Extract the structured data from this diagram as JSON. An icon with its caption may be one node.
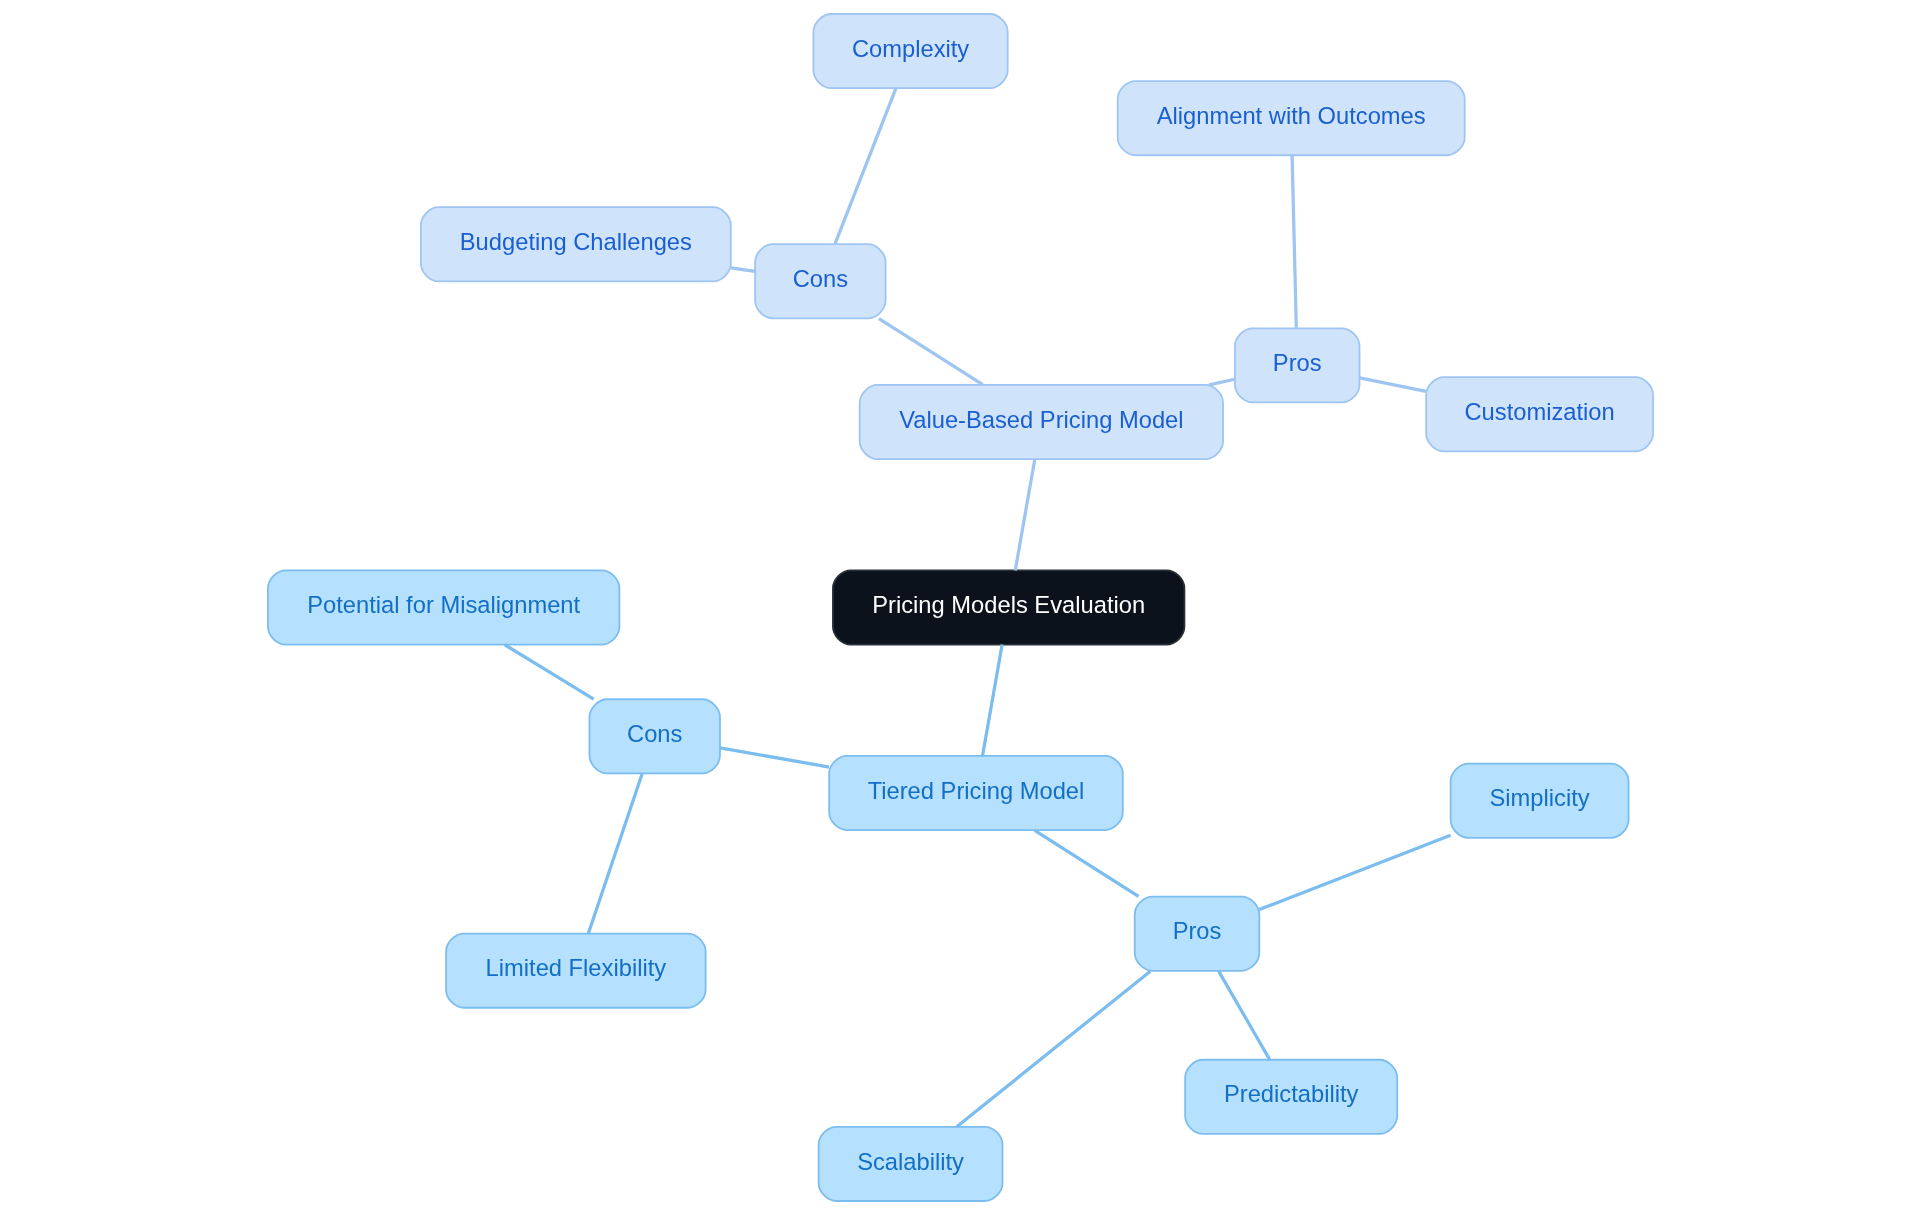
{
  "diagram": {
    "nodes": [
      {
        "text": [
          "Pricing Models Evaluation"
        ]
      },
      {
        "text": [
          "Value-Based Pricing Model"
        ]
      },
      {
        "text": [
          "Pros"
        ]
      },
      {
        "text": [
          "Customization"
        ]
      },
      {
        "text": [
          "Alignment with Outcomes"
        ]
      },
      {
        "text": [
          "Cons"
        ]
      },
      {
        "text": [
          "Complexity"
        ]
      },
      {
        "text": [
          "Budgeting Challenges"
        ]
      },
      {
        "text": [
          "Tiered Pricing Model"
        ]
      },
      {
        "text": [
          "Cons"
        ]
      },
      {
        "text": [
          "Potential for Misalignment"
        ]
      },
      {
        "text": [
          "Limited Flexibility"
        ]
      },
      {
        "text": [
          "Pros"
        ]
      },
      {
        "text": [
          "Scalability"
        ]
      },
      {
        "text": [
          "Predictability"
        ]
      },
      {
        "text": [
          "Simplicity"
        ]
      }
    ],
    "edges": [
      {
        "from": 0,
        "to": 1,
        "arrow": "none",
        "color": "#9ec5f2"
      },
      {
        "from": 1,
        "to": 2,
        "arrow": "none",
        "color": "#9ec5f2"
      },
      {
        "from": 2,
        "to": 3,
        "arrow": "none",
        "color": "#9ec5f2"
      },
      {
        "from": 2,
        "to": 4,
        "arrow": "none",
        "color": "#9ec5f2"
      },
      {
        "from": 1,
        "to": 5,
        "arrow": "none",
        "color": "#9ec5f2"
      },
      {
        "from": 5,
        "to": 6,
        "arrow": "none",
        "color": "#9ec5f2"
      },
      {
        "from": 5,
        "to": 7,
        "arrow": "none",
        "color": "#9ec5f2"
      },
      {
        "from": 0,
        "to": 8,
        "arrow": "none"
      },
      {
        "from": 8,
        "to": 9,
        "arrow": "none"
      },
      {
        "from": 9,
        "to": 10,
        "arrow": "none"
      },
      {
        "from": 9,
        "to": 11,
        "arrow": "none"
      },
      {
        "from": 8,
        "to": 12,
        "arrow": "none"
      },
      {
        "from": 12,
        "to": 13,
        "arrow": "none"
      },
      {
        "from": 12,
        "to": 14,
        "arrow": "none"
      },
      {
        "from": 12,
        "to": 15,
        "arrow": "none"
      }
    ]
  }
}
